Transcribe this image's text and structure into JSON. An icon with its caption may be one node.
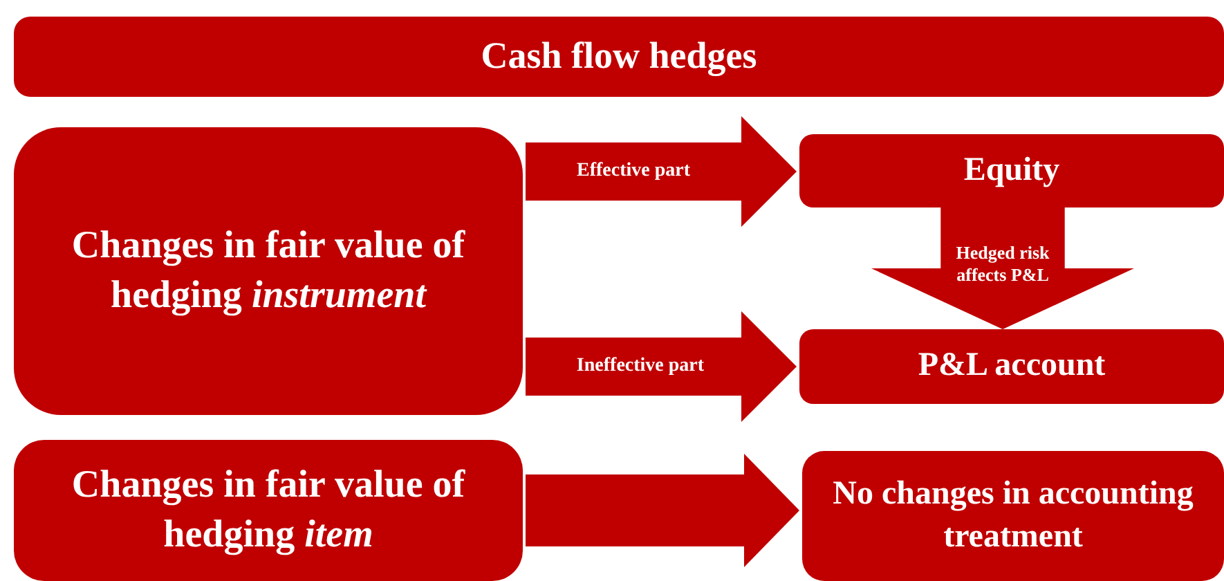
{
  "diagram": {
    "nodes": [
      {
        "text": [
          "Cash flow hedges"
        ]
      },
      {
        "text": [
          "Changes in fair value of hedging *instrument*"
        ]
      },
      {
        "text": [
          "Equity"
        ]
      },
      {
        "text": [
          "P&L account"
        ]
      },
      {
        "text": [
          "Changes in fair value of hedging *item*"
        ]
      },
      {
        "text": [
          "No changes in accounting treatment"
        ]
      }
    ],
    "edges": [
      {
        "from": 1,
        "to": 2,
        "arrow": "to",
        "label": "Effective part"
      },
      {
        "from": 1,
        "to": 3,
        "arrow": "to",
        "label": "Ineffective part"
      },
      {
        "from": 2,
        "to": 3,
        "arrow": "to",
        "label": "Hedged risk affects P&L",
        "style": "thick"
      },
      {
        "from": 4,
        "to": 5,
        "arrow": "to"
      }
    ]
  }
}
